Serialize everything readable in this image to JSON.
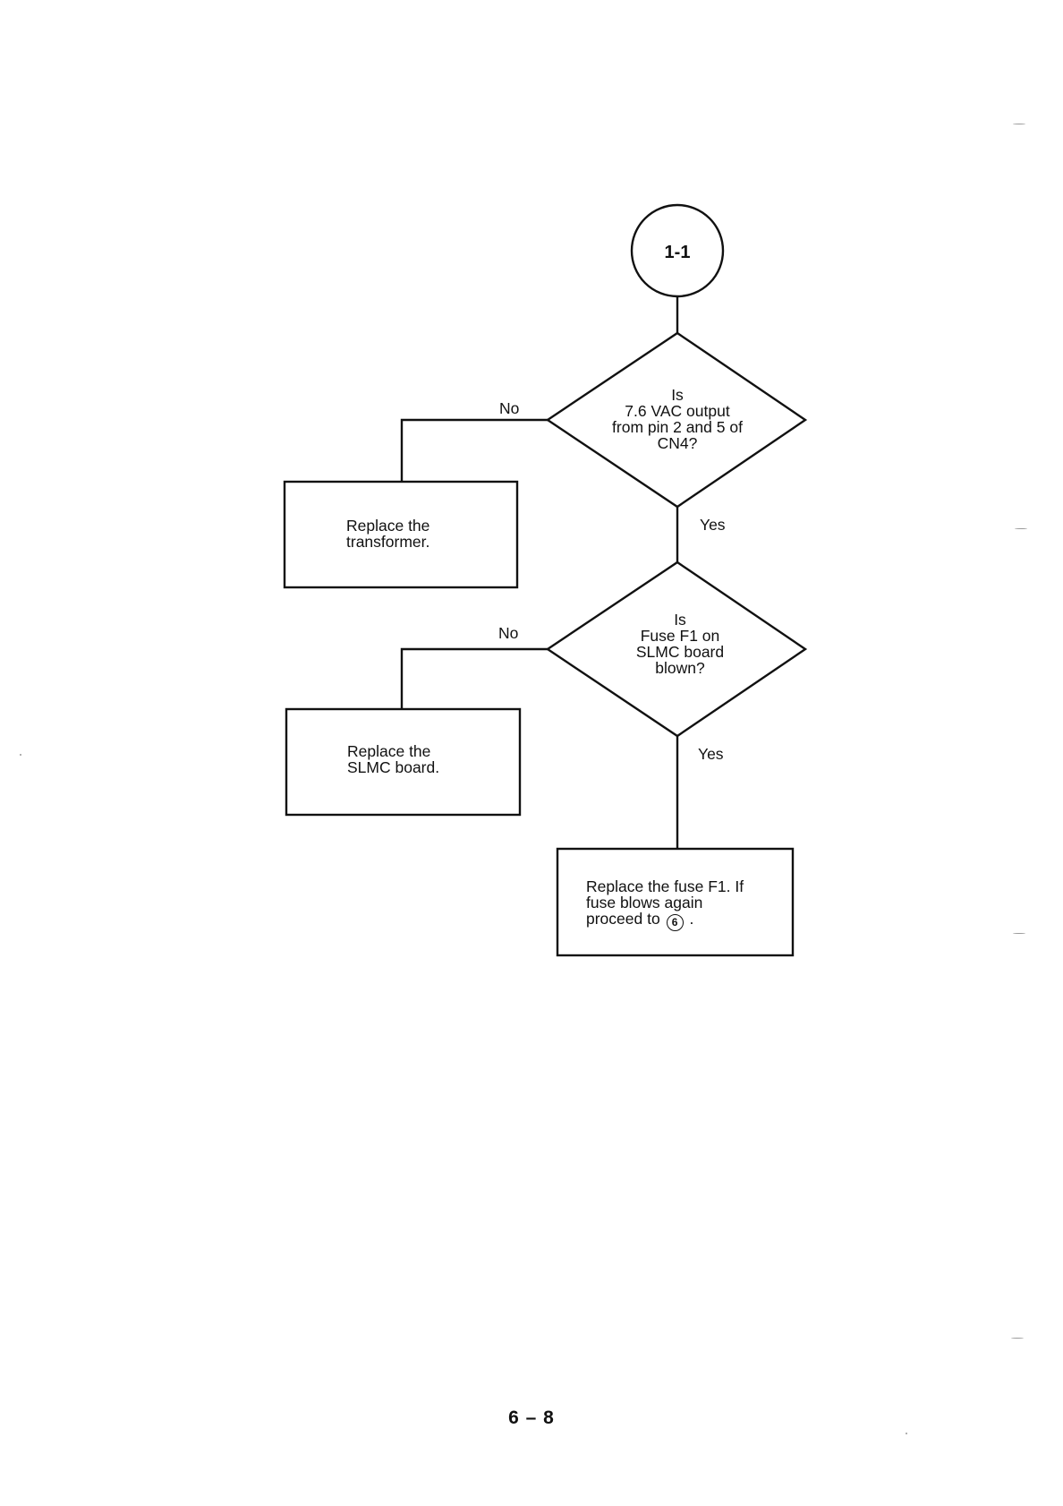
{
  "connector": {
    "label": "1-1"
  },
  "decisions": [
    {
      "text": "Is\n7.6 VAC output\nfrom pin 2 and 5 of\nCN4?",
      "no_label": "No",
      "yes_label": "Yes"
    },
    {
      "text": "Is\nFuse F1 on\nSLMC board\nblown?",
      "no_label": "No",
      "yes_label": "Yes"
    }
  ],
  "actions": [
    {
      "text": "Replace the\ntransformer."
    },
    {
      "text": "Replace the\nSLMC board."
    },
    {
      "line1": "Replace the fuse F1. If",
      "line2": "fuse blows again",
      "line3": "proceed to",
      "ref": "6",
      "end": "."
    }
  ],
  "page_number": "6 – 8"
}
